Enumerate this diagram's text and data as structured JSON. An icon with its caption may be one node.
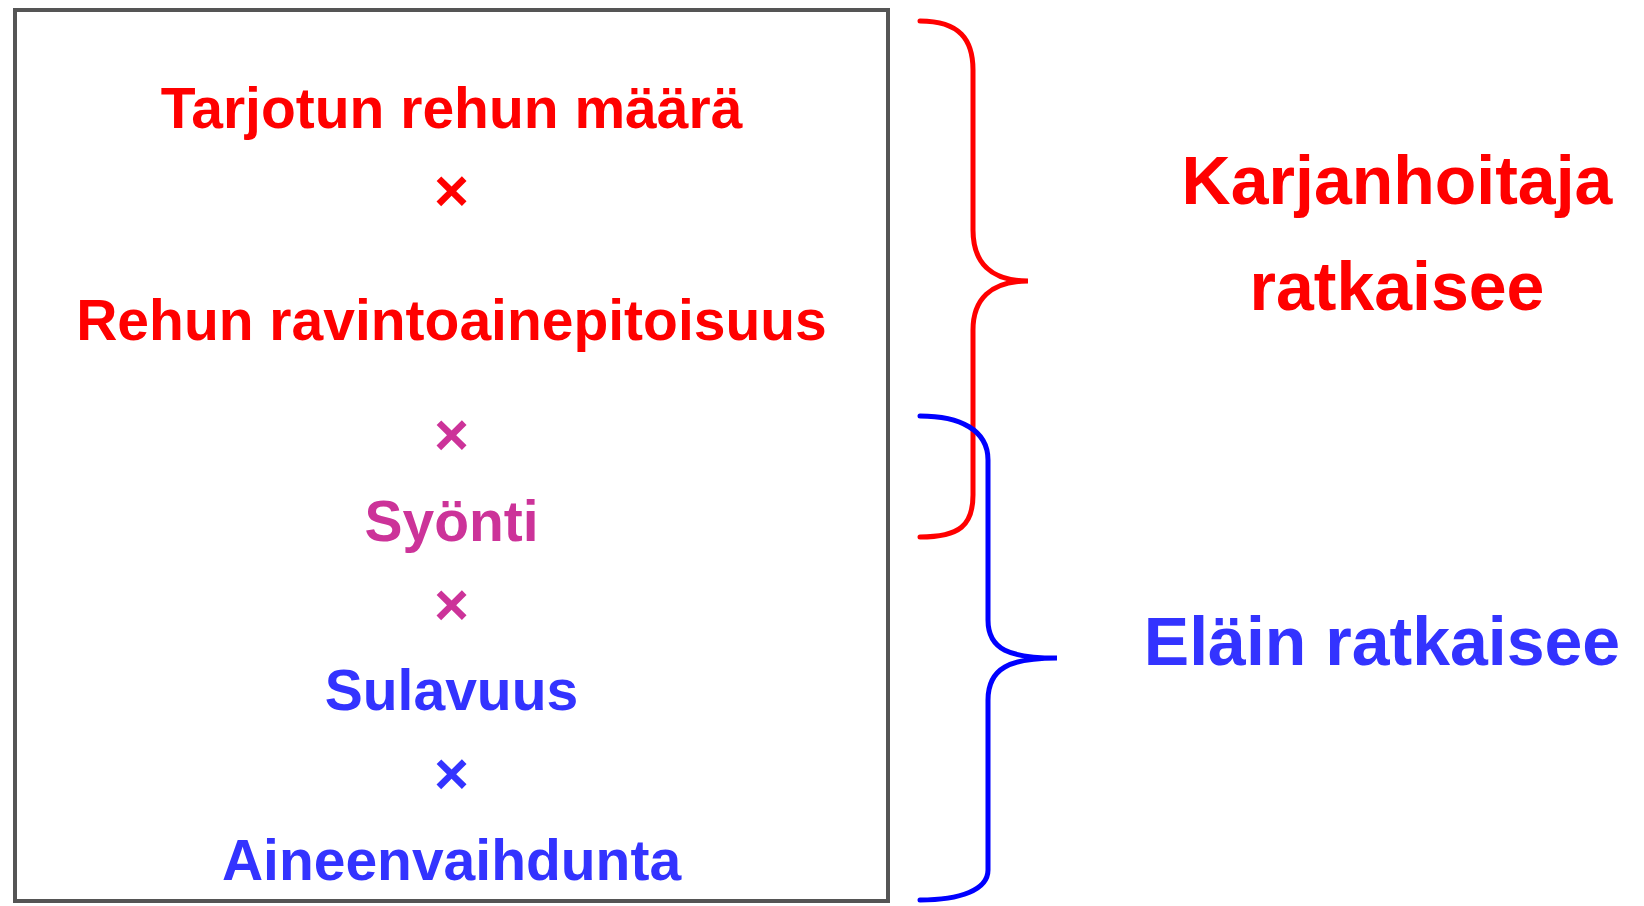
{
  "diagram": {
    "nodes": [
      {
        "text": [
          "Tarjotun rehun määrä",
          "×",
          "Rehun ravintoainepitoisuus",
          "×",
          "Syönti",
          "×",
          "Sulavuus",
          "×",
          "Aineenvaihdunta"
        ]
      }
    ],
    "labels": [
      "Karjanhoitaja ratkaisee",
      "Eläin ratkaisee"
    ]
  }
}
